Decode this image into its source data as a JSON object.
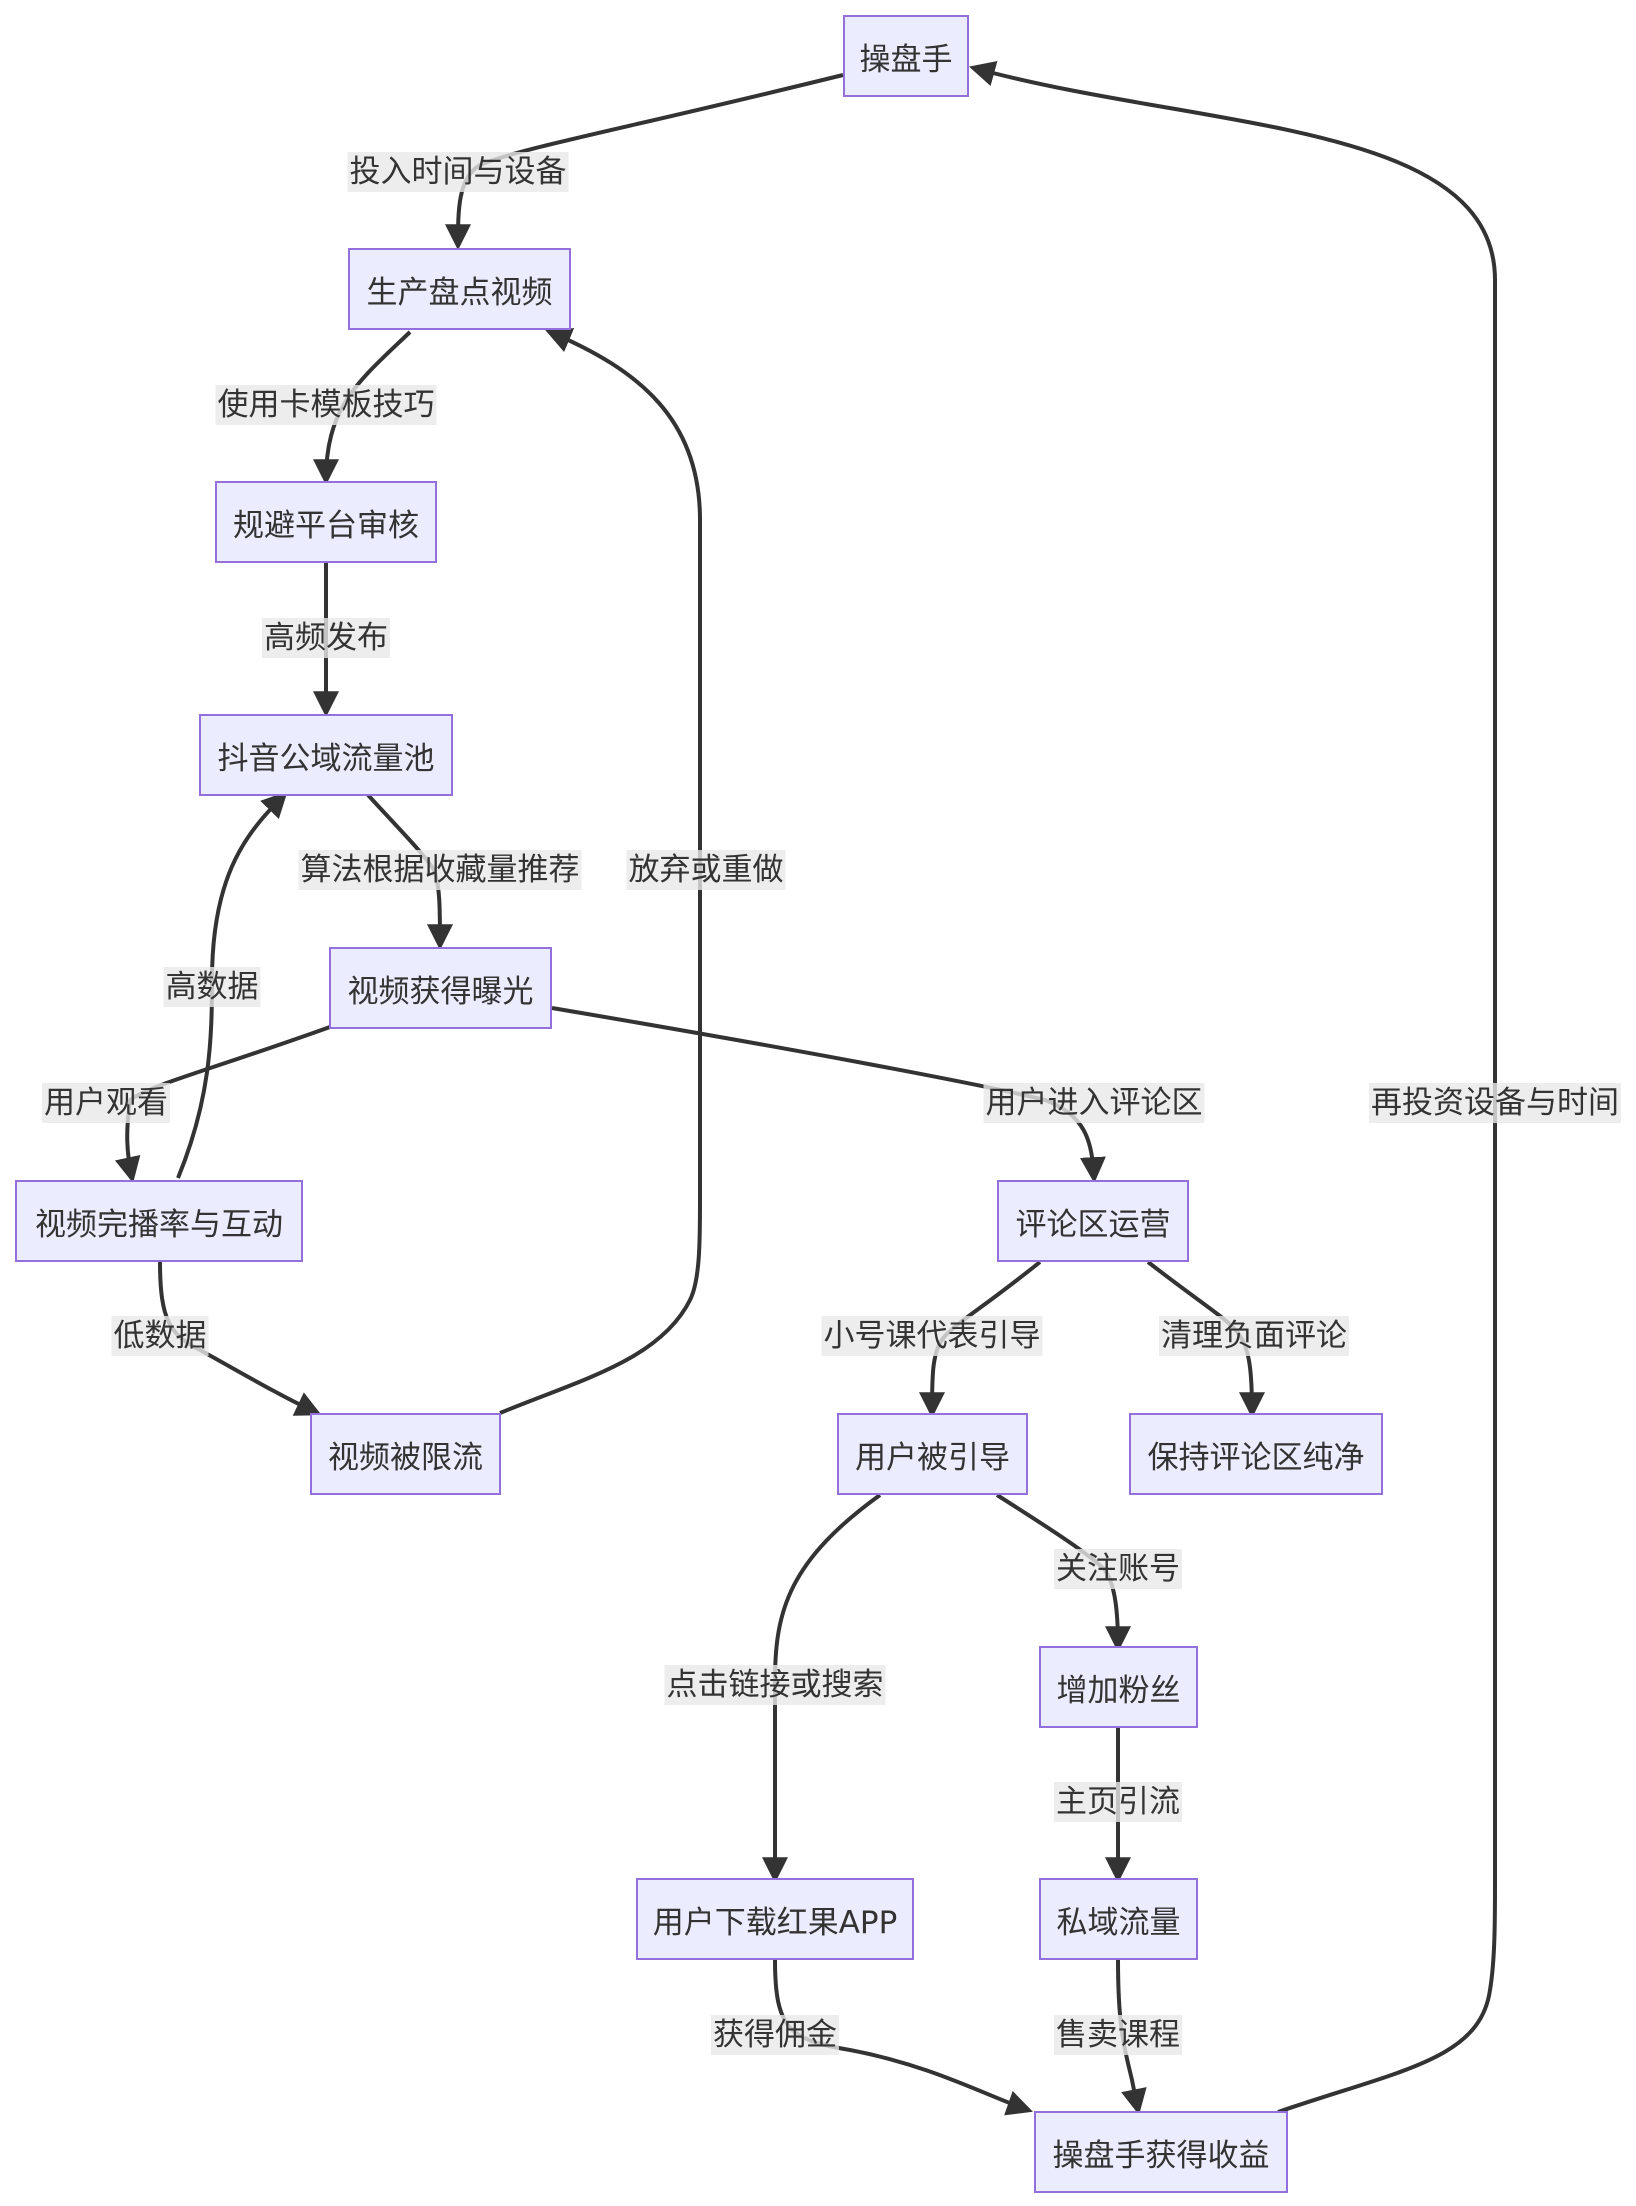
{
  "colors": {
    "node_fill": "#ECECFF",
    "node_border": "#9370DB",
    "edge": "#333333",
    "label_bg": "#E8E8E8"
  },
  "nodes": {
    "caopanshou": "操盘手",
    "shengchan": "生产盘点视频",
    "guibi": "规避平台审核",
    "douyin": "抖音公域流量池",
    "baoguang": "视频获得曝光",
    "wanbo": "视频完播率与互动",
    "xianliu": "视频被限流",
    "pinglunqu": "评论区运营",
    "beiyindao": "用户被引导",
    "chunjing": "保持评论区纯净",
    "fensi": "增加粉丝",
    "xiazai": "用户下载红果APP",
    "siyu": "私域流量",
    "shouyi": "操盘手获得收益"
  },
  "edges": {
    "e1": "投入时间与设备",
    "e2": "使用卡模板技巧",
    "e3": "高频发布",
    "e4": "算法根据收藏量推荐",
    "e5": "用户观看",
    "e6": "高数据",
    "e7": "低数据",
    "e8": "放弃或重做",
    "e9": "用户进入评论区",
    "e10": "小号课代表引导",
    "e11": "清理负面评论",
    "e12": "点击链接或搜索",
    "e13": "关注账号",
    "e14": "主页引流",
    "e15": "获得佣金",
    "e16": "售卖课程",
    "e17": "再投资设备与时间"
  }
}
